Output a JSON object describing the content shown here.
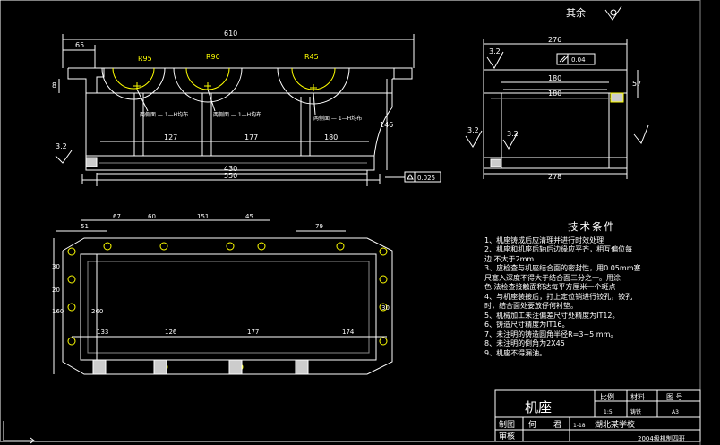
{
  "roughness_note": "其余",
  "front_view": {
    "dims": {
      "overall_top": "610",
      "left_offset": "65",
      "bottom_inner": "430",
      "bottom_overall": "550",
      "span_1": "127",
      "span_2": "177",
      "span_3": "180",
      "radius_1": "R95",
      "radius_2": "R90",
      "radius_3": "R45",
      "height_right": "146",
      "height_left": "8",
      "roughness": "3.2"
    },
    "notes": [
      "两侧面 — 1—H均布",
      "两侧面 — 1—H均布",
      "两侧面 — 1—H均布"
    ],
    "flatness": "0.025"
  },
  "side_view": {
    "dims": {
      "top": "276",
      "inner_1": "180",
      "inner_2": "180",
      "bottom": "278",
      "height": "57"
    },
    "parallel_tol": "0.04",
    "roughness": [
      "3.2",
      "3.2",
      "3.2"
    ]
  },
  "plan_view": {
    "dims": {
      "top": [
        "67",
        "60",
        "151",
        "45",
        "79",
        "51"
      ],
      "bottom": [
        "133",
        "126",
        "177",
        "174"
      ],
      "vertical": [
        "30",
        "20",
        "160",
        "260",
        "30"
      ]
    }
  },
  "tech_requirements": {
    "title": "技术条件",
    "items": [
      "1、机座铸成后应清理并进行时效处理",
      "2、机座和机座后轴后边缘应平齐，相互偏位每",
      "边   不大于2mm",
      "3、应检查与机座结合面的密封性，用0.05mm塞",
      "    尺塞入深度不得大于结合面三分之一。用涂",
      "色      法检查接触面积达每平方厘米一个斑点",
      "4、与机座装接后，打上定位销进行铰孔，铰孔",
      "时，结合面处要放仔何衬垫。",
      "5、机械加工未注偏差尺寸处精度为IT12。",
      "6、铸造尺寸精度为IT16。",
      "7、未注明的铸造圆角半径R=3~5 mm。",
      "8、未注明的倒角为2X45",
      "9、机座不得漏油。"
    ]
  },
  "title_block": {
    "name": "机座",
    "headers": [
      "比例",
      "材料",
      "图  号"
    ],
    "values": [
      "1:5",
      "铸铁",
      "A3"
    ],
    "rows": [
      {
        "label": "制图",
        "person": "何",
        "extra": "君",
        "date": "1-18"
      },
      {
        "label": "审核",
        "person": "",
        "extra": "",
        "date": ""
      }
    ],
    "school": "湖北某学校",
    "class_info": "2004级机制四班"
  }
}
